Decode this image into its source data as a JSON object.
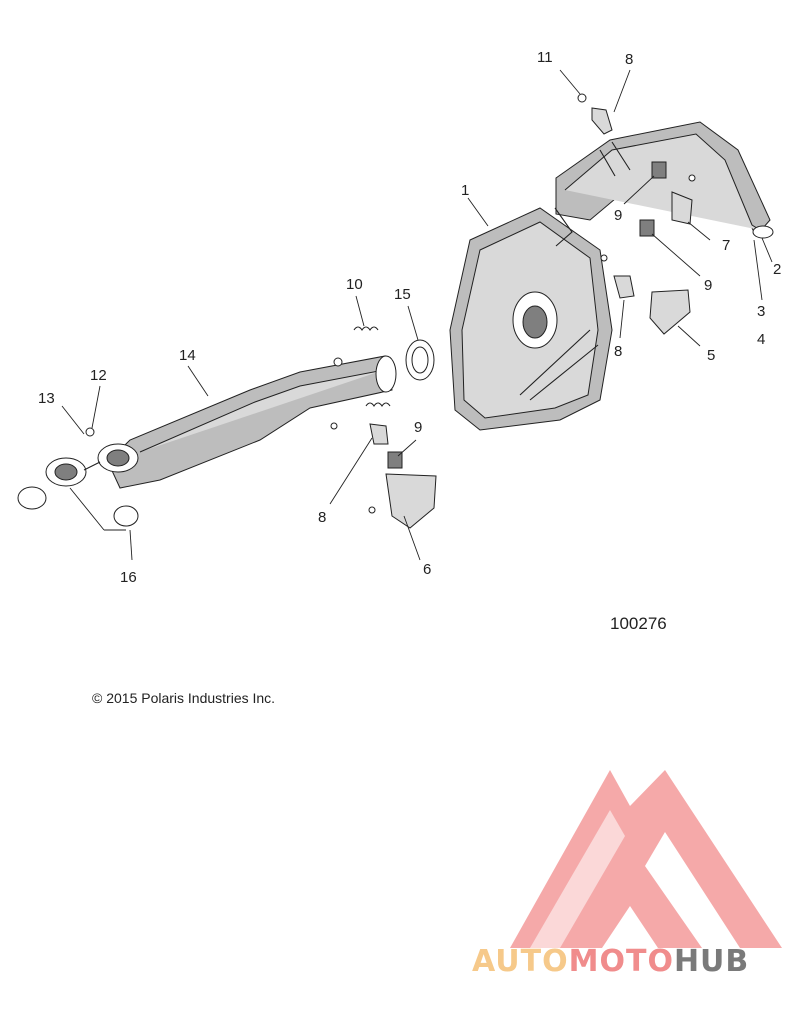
{
  "callouts": {
    "c1": "1",
    "c2": "2",
    "c3": "3",
    "c4": "4",
    "c5": "5",
    "c6": "6",
    "c7": "7",
    "c8a": "8",
    "c8b": "8",
    "c8c": "8",
    "c9a": "9",
    "c9b": "9",
    "c9c": "9",
    "c10": "10",
    "c11": "11",
    "c12": "12",
    "c13": "13",
    "c14": "14",
    "c15": "15",
    "c16": "16"
  },
  "figure_number": "100276",
  "copyright": "© 2015 Polaris Industries Inc.",
  "watermark": {
    "text_part1": "AUTO",
    "text_part2": "MOTO",
    "text_part3": "HUB",
    "colors": {
      "auto": "#f6c98a",
      "moto": "#f08c8c",
      "hub": "#7a7a7a",
      "logo": "#f4a0a0"
    }
  }
}
